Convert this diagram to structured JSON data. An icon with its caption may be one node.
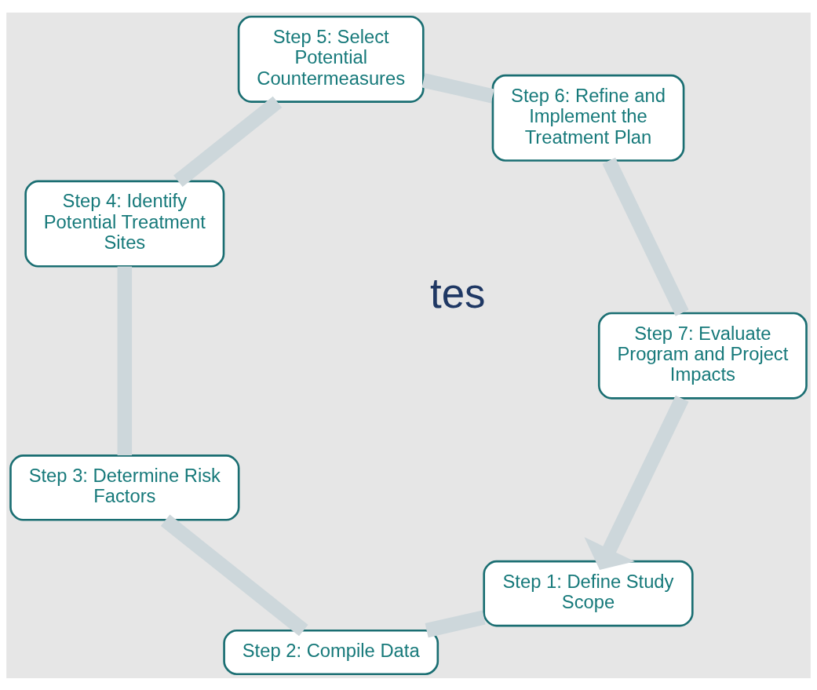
{
  "diagram": {
    "nodes": [
      {
        "text": [
          "Step 1: Define Study Scope"
        ]
      },
      {
        "text": [
          "Step 2: Compile Data"
        ]
      },
      {
        "text": [
          "Step 3: Determine Risk Factors"
        ]
      },
      {
        "text": [
          "Step 4: Identify Potential Treatment Sites"
        ]
      },
      {
        "text": [
          "Step 5: Select Potential Countermeasures"
        ]
      },
      {
        "text": [
          "Step 6: Refine and Implement the Treatment Plan"
        ]
      },
      {
        "text": [
          "Step 7: Evaluate Program and Project Impacts"
        ]
      }
    ],
    "edges": [
      {
        "from": 0,
        "to": 1,
        "arrow": "none"
      },
      {
        "from": 1,
        "to": 2,
        "arrow": "none"
      },
      {
        "from": 2,
        "to": 3,
        "arrow": "none"
      },
      {
        "from": 3,
        "to": 4,
        "arrow": "none"
      },
      {
        "from": 4,
        "to": 5,
        "arrow": "none"
      },
      {
        "from": 5,
        "to": 6,
        "arrow": "none"
      },
      {
        "from": 6,
        "to": 0,
        "arrow": "to"
      }
    ],
    "labels": [
      "tes"
    ]
  }
}
